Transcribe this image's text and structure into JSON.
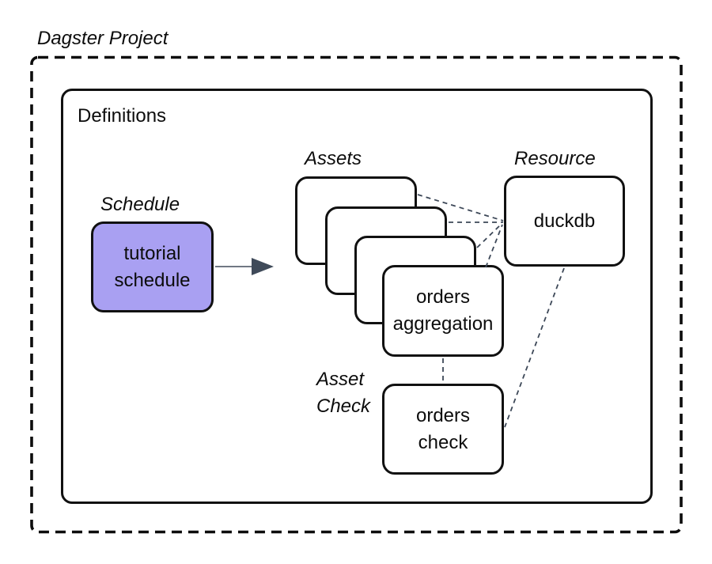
{
  "title": "Dagster Project",
  "definitions": {
    "label": "Definitions"
  },
  "schedule": {
    "group_label": "Schedule",
    "box": {
      "line1": "tutorial",
      "line2": "schedule"
    }
  },
  "assets": {
    "group_label": "Assets",
    "front_box": {
      "line1": "orders",
      "line2": "aggregation"
    },
    "stack_count": 4
  },
  "resource": {
    "group_label": "Resource",
    "box": {
      "label": "duckdb"
    }
  },
  "asset_check": {
    "group_label": {
      "line1": "Asset",
      "line2": "Check"
    },
    "box": {
      "line1": "orders",
      "line2": "check"
    }
  },
  "connections": [
    {
      "from": "tutorial schedule",
      "to": "assets stack",
      "style": "solid-arrow"
    },
    {
      "from": "asset 1",
      "to": "duckdb",
      "style": "dashed"
    },
    {
      "from": "asset 2",
      "to": "duckdb",
      "style": "dashed"
    },
    {
      "from": "asset 3",
      "to": "duckdb",
      "style": "dashed"
    },
    {
      "from": "orders aggregation",
      "to": "duckdb",
      "style": "dashed"
    },
    {
      "from": "orders aggregation",
      "to": "orders check",
      "style": "dashed"
    },
    {
      "from": "duckdb",
      "to": "orders check",
      "style": "dashed"
    }
  ],
  "colors": {
    "background": "#ffffff",
    "box_border": "#111111",
    "schedule_box_fill": "#a9a0f2",
    "dashed_connector": "#3d4858",
    "arrow_line": "#5b6573",
    "arrow_head": "#3f4a59",
    "text": "#0c0c0c"
  }
}
